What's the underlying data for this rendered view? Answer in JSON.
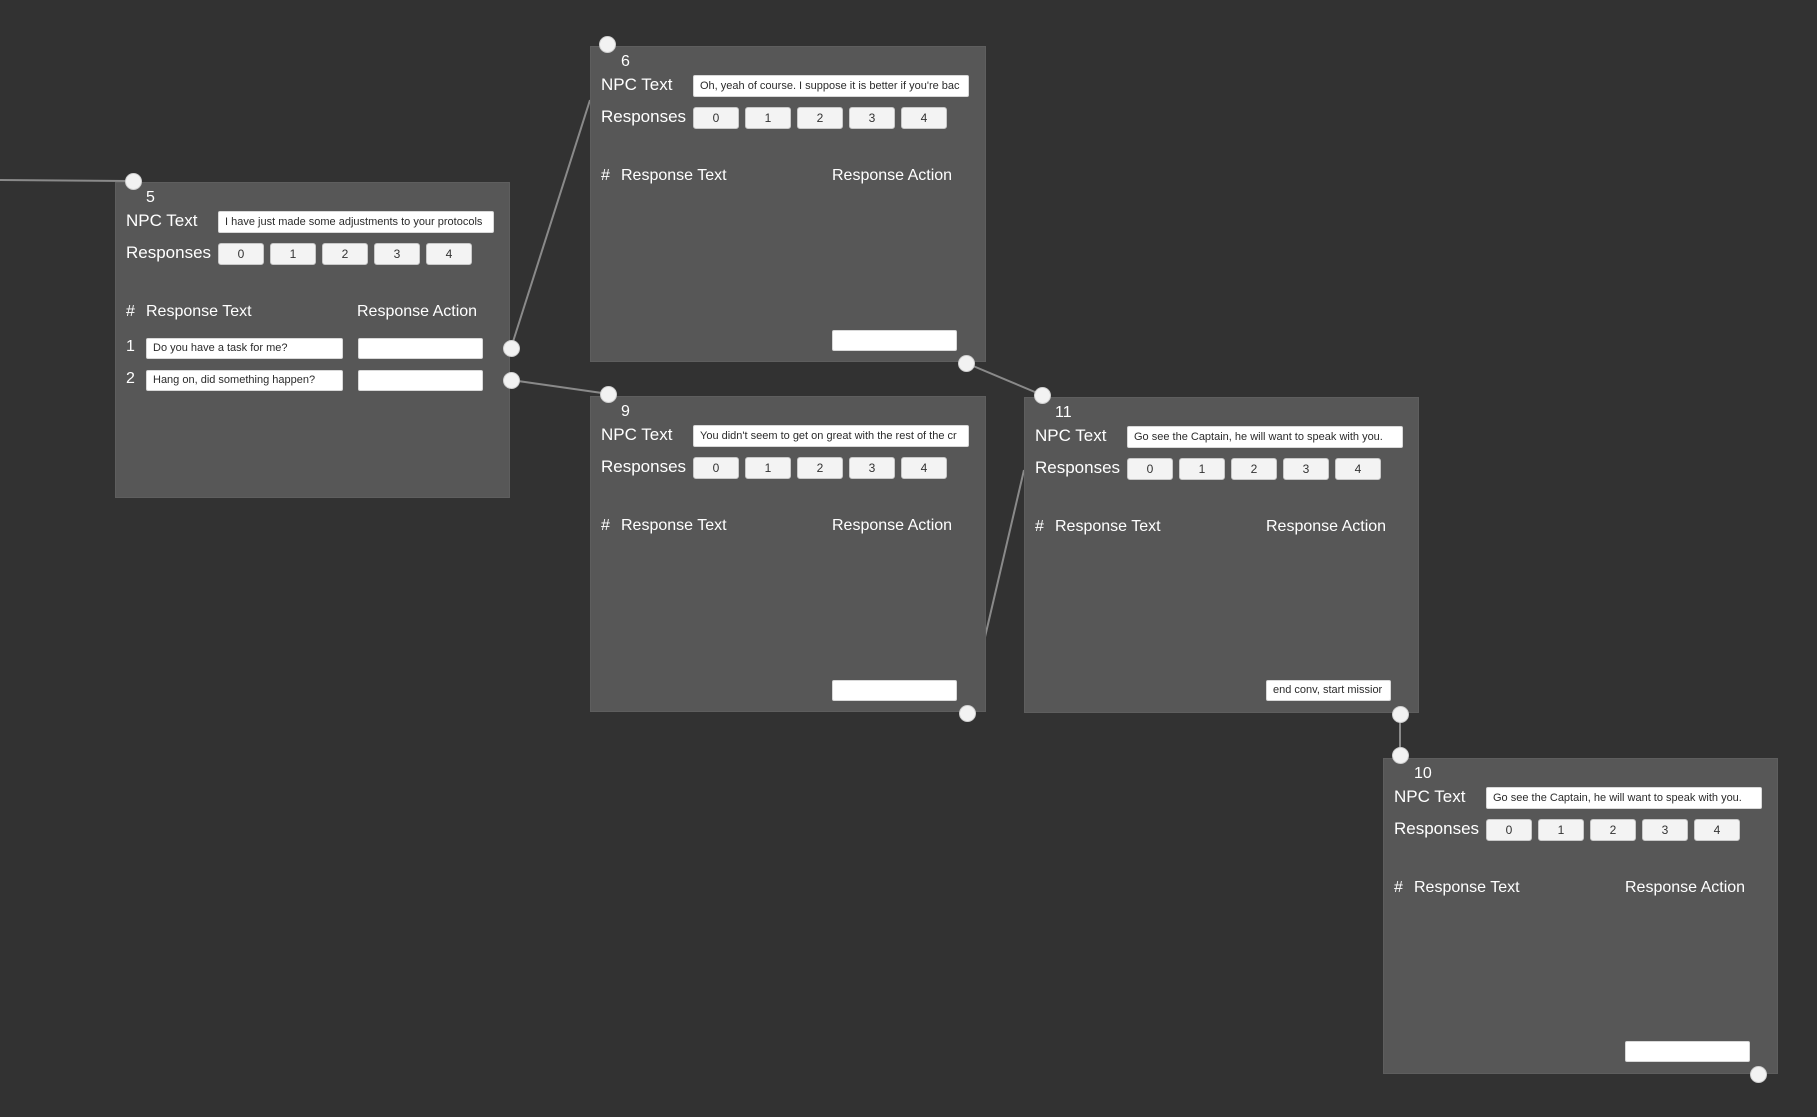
{
  "labels": {
    "npc_text": "NPC Text",
    "responses": "Responses",
    "hash": "#",
    "response_text": "Response Text",
    "response_action": "Response Action"
  },
  "response_tabs": [
    "0",
    "1",
    "2",
    "3",
    "4"
  ],
  "nodes": {
    "n5": {
      "id": "5",
      "npc_text": "I have just made some adjustments to your protocols",
      "rows": [
        {
          "num": "1",
          "text": "Do you have a task for me?",
          "action": ""
        },
        {
          "num": "2",
          "text": "Hang on, did something happen?",
          "action": ""
        }
      ]
    },
    "n6": {
      "id": "6",
      "npc_text": "Oh, yeah of course. I suppose it is better if you're bac",
      "action": ""
    },
    "n9": {
      "id": "9",
      "npc_text": "You didn't seem to get on great with the rest of the cr",
      "action": ""
    },
    "n11": {
      "id": "11",
      "npc_text": "Go see the Captain, he will want to speak with you.",
      "action": "end conv, start missior"
    },
    "n10": {
      "id": "10",
      "npc_text": "Go see the Captain, he will want to speak with you.",
      "action": ""
    }
  }
}
